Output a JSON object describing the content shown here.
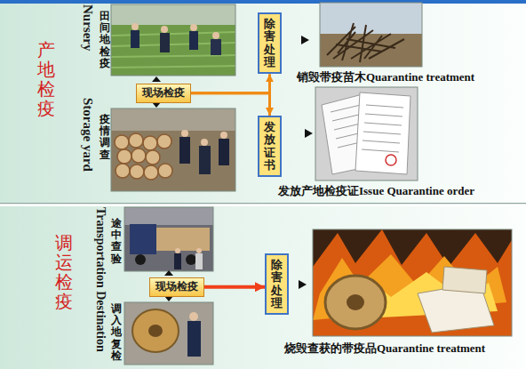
{
  "diagram": {
    "nodes": [
      {
        "text": [
          "现场检疫"
        ]
      },
      {
        "text": [
          "除害处理"
        ]
      },
      {
        "text": [
          "发放证书"
        ]
      },
      {
        "text": [
          "现场检疫"
        ]
      },
      {
        "text": [
          "除害处理"
        ]
      }
    ],
    "edges": [
      {
        "from": 0,
        "to": 1,
        "arrow": "to"
      },
      {
        "from": 0,
        "to": 2,
        "arrow": "to"
      },
      {
        "from": 3,
        "to": 4,
        "arrow": "to"
      }
    ],
    "labels": [
      "产地检疫",
      "Nursery",
      "田间地检疫",
      "Storage yard",
      "疫情调查",
      "销毁带疫苗木Quarantine treatment",
      "发放产地检疫证Issue Quarantine order",
      "调运检疫",
      "Transportation Destination",
      "途中查验",
      "调入地复检",
      "烧毁查获的带疫品Quarantine treatment"
    ]
  }
}
